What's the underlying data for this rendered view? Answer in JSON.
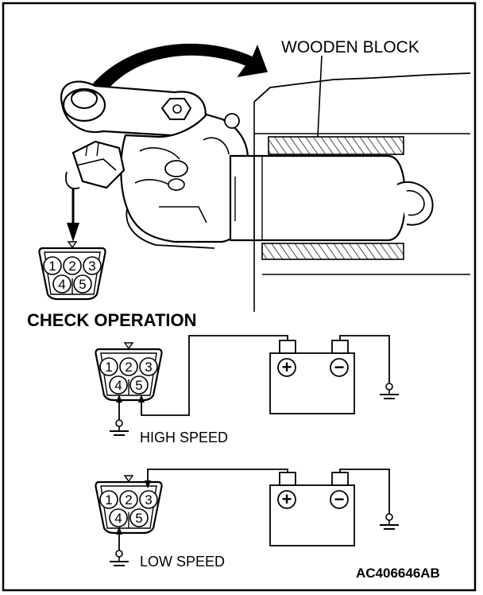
{
  "labels": {
    "wooden_block": "WOODEN BLOCK",
    "check_operation": "CHECK OPERATION",
    "high_speed": "HIGH SPEED",
    "low_speed": "LOW SPEED",
    "figure_code": "AC406646AB"
  },
  "connector": {
    "pins": [
      "1",
      "2",
      "3",
      "4",
      "5"
    ]
  },
  "battery": {
    "positive_symbol": "+",
    "negative_symbol": "−"
  }
}
